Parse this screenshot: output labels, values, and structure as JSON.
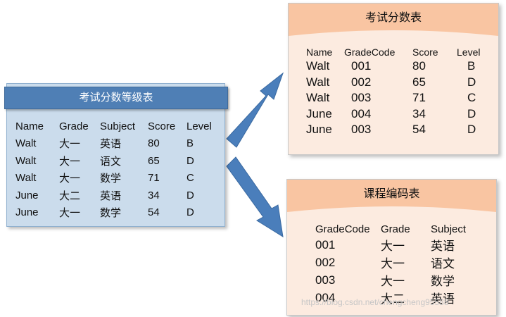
{
  "source_table": {
    "title": "考试分数等级表",
    "columns": [
      "Name",
      "Grade",
      "Subject",
      "Score",
      "Level"
    ],
    "rows": [
      [
        "Walt",
        "大一",
        "英语",
        "80",
        "B"
      ],
      [
        "Walt",
        "大一",
        "语文",
        "65",
        "D"
      ],
      [
        "Walt",
        "大一",
        "数学",
        "71",
        "C"
      ],
      [
        "June",
        "大二",
        "英语",
        "34",
        "D"
      ],
      [
        "June",
        "大一",
        "数学",
        "54",
        "D"
      ]
    ]
  },
  "score_table": {
    "title": "考试分数表",
    "columns": [
      "Name",
      "GradeCode",
      "Score",
      "Level"
    ],
    "rows": [
      [
        "Walt",
        "001",
        "80",
        "B"
      ],
      [
        "Walt",
        "002",
        "65",
        "D"
      ],
      [
        "Walt",
        "003",
        "71",
        "C"
      ],
      [
        "June",
        "004",
        "34",
        "D"
      ],
      [
        "June",
        "003",
        "54",
        "D"
      ]
    ]
  },
  "course_table": {
    "title": "课程编码表",
    "columns": [
      "GradeCode",
      "Grade",
      "Subject"
    ],
    "rows": [
      [
        "001",
        "大一",
        "英语"
      ],
      [
        "002",
        "大一",
        "语文"
      ],
      [
        "003",
        "大一",
        "数学"
      ],
      [
        "004",
        "大二",
        "英语"
      ]
    ]
  },
  "watermark": "https://blog.csdn.net/chengcheng95588",
  "colors": {
    "left_fill": "#cbdcec",
    "left_header": "#4f7fb5",
    "right_fill": "#fcebe0",
    "right_header": "#f9c5a2",
    "arrow": "#4a7ebb"
  }
}
